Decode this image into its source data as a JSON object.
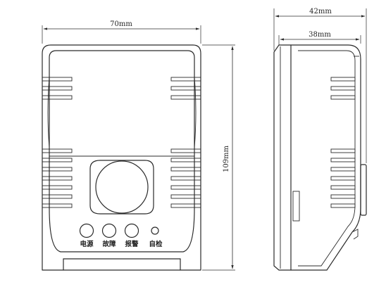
{
  "dimensions": {
    "front_width": "70mm",
    "height": "109mm",
    "side_overall": "42mm",
    "side_body": "38mm"
  },
  "buttons": [
    {
      "label": "电源",
      "icon": "power-indicator"
    },
    {
      "label": "故障",
      "icon": "fault-indicator"
    },
    {
      "label": "报警",
      "icon": "alarm-indicator"
    },
    {
      "label": "自检",
      "icon": "self-test-button"
    }
  ],
  "colors": {
    "line": "#2b2b2b",
    "background": "#ffffff"
  }
}
